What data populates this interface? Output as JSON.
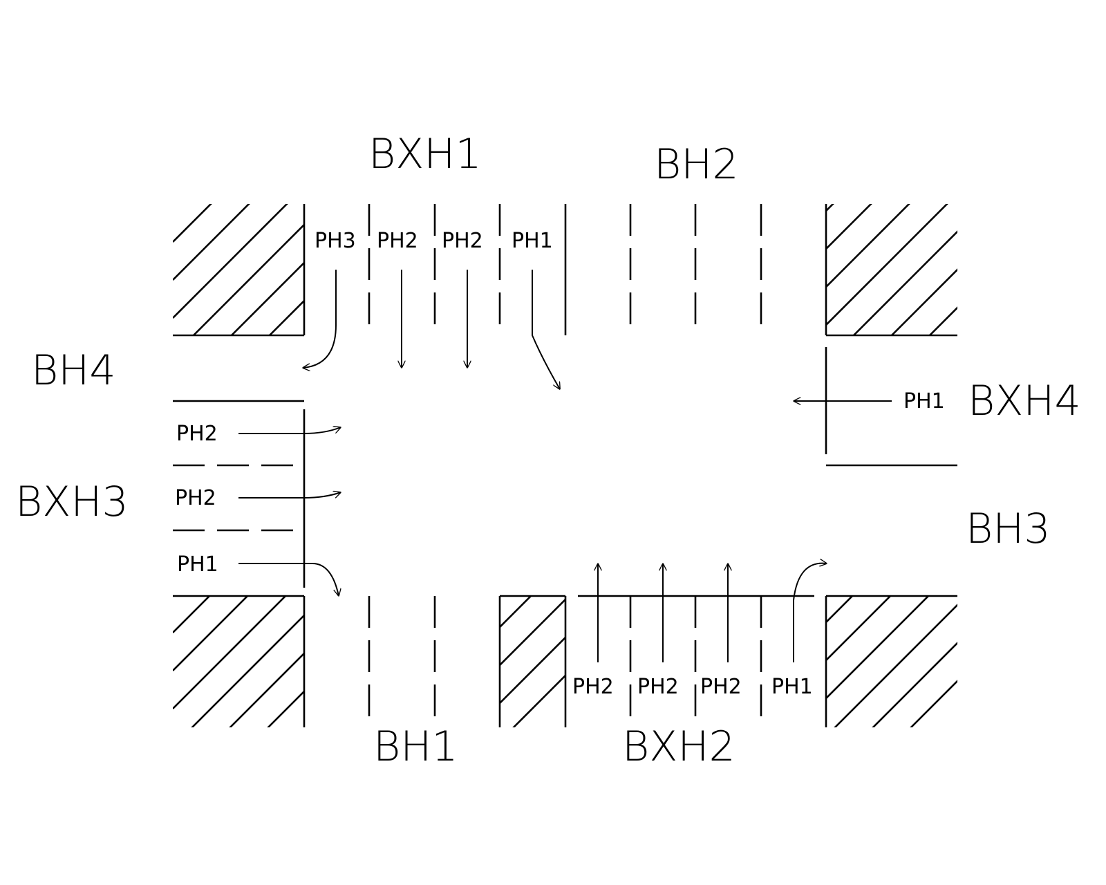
{
  "roads": {
    "north_exit": "BXH1",
    "north_entry": "BH2",
    "west_entry": "BH4",
    "west_exit": "BXH3",
    "east_exit": "BXH4",
    "east_entry": "BH3",
    "south_entry": "BH1",
    "south_exit": "BXH2"
  },
  "phases": {
    "north": [
      "PH3",
      "PH2",
      "PH2",
      "PH1"
    ],
    "west": [
      "PH2",
      "PH2",
      "PH1"
    ],
    "east": [
      "PH1"
    ],
    "south": [
      "PH2",
      "PH2",
      "PH2",
      "PH1"
    ]
  },
  "colors": {
    "ink": "#000000",
    "background": "#ffffff"
  }
}
